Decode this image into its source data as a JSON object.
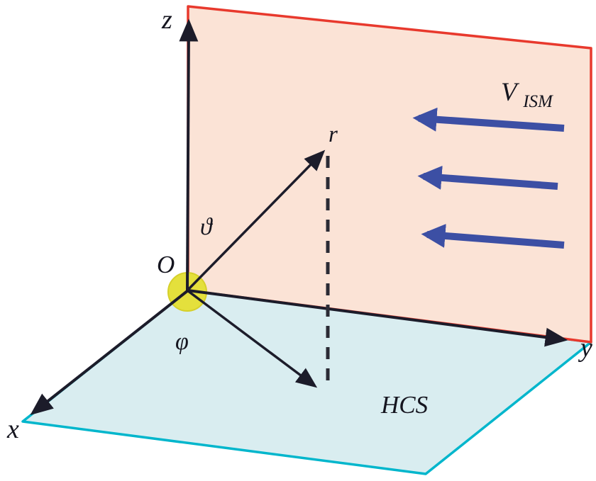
{
  "figure": {
    "labels": {
      "z_axis": "z",
      "y_axis": "y",
      "x_axis": "x",
      "origin": "O",
      "radius_vector": "r",
      "polar_angle": "ϑ",
      "azimuthal_angle": "φ",
      "hcs_plane": "HCS",
      "ism_velocity_main": "V",
      "ism_velocity_sub": "ISM"
    },
    "colors": {
      "meridional_plane_fill": "#fbe3d6",
      "meridional_plane_stroke": "#e8392d",
      "hcs_plane_fill": "#d9edf0",
      "hcs_plane_stroke": "#00b6cc",
      "sun_fill": "#e4e03c",
      "sun_stroke": "#d6d02a",
      "axis": "#1c1c2a",
      "dashed_line": "#2b2b35",
      "flow_arrow": "#3c4fa4",
      "background": "#ffffff"
    }
  }
}
